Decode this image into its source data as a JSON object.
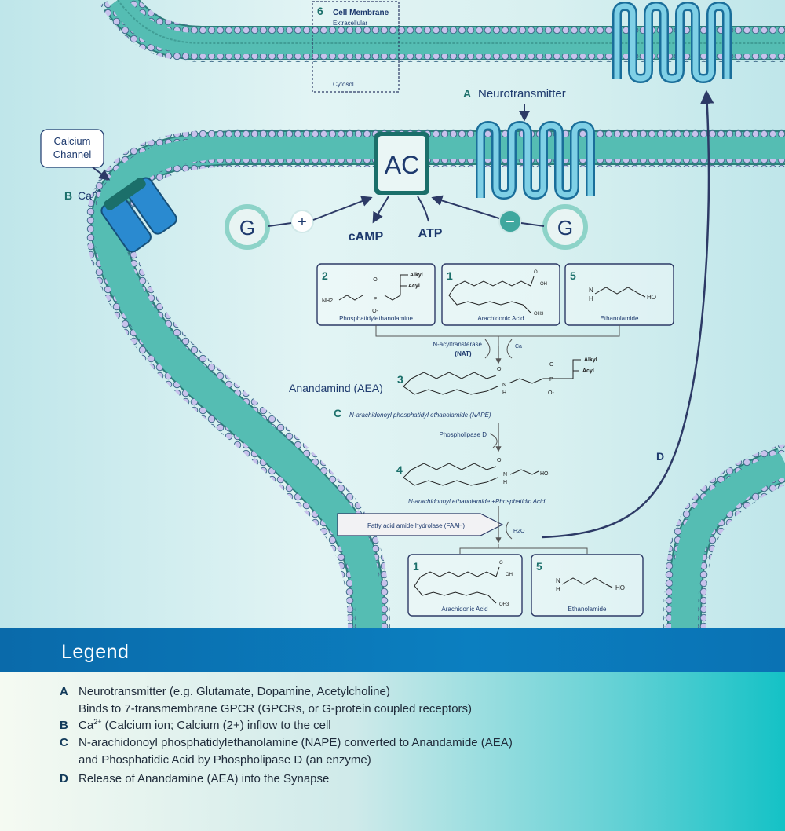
{
  "diagram": {
    "cell_membrane_label": {
      "number": "6",
      "title": "Cell Membrane",
      "top": "Extracellular",
      "bottom": "Cytosol"
    },
    "neurotransmitter": {
      "letter": "A",
      "text": "Neurotransmitter"
    },
    "calcium_channel": {
      "line1": "Calcium",
      "line2": "Channel",
      "letter": "B",
      "ion": "Ca",
      "charge": "2+"
    },
    "ac_label": "AC",
    "g_label": "G",
    "plus_sign": "+",
    "minus_sign": "−",
    "camp": "cAMP",
    "atp": "ATP",
    "boxes": {
      "pe": {
        "number": "2",
        "name": "Phosphatidylethanolamine",
        "alkyl": "Alkyl",
        "acyl": "Acyl",
        "nh2": "NH2",
        "o": "O",
        "p": "P",
        "o_minus": "O-"
      },
      "aa_top": {
        "number": "1",
        "name": "Arachidonic Acid",
        "oh": "OH",
        "oh3": "OH3",
        "o": "O"
      },
      "eth_top": {
        "number": "5",
        "name": "Ethanolamide",
        "n": "N",
        "h": "H",
        "ho": "HO"
      },
      "aa_bottom": {
        "number": "1",
        "name": "Arachidonic Acid",
        "oh": "OH",
        "oh3": "OH3",
        "o": "O"
      },
      "eth_bottom": {
        "number": "5",
        "name": "Ethanolamide",
        "n": "N",
        "h": "H",
        "ho": "HO"
      }
    },
    "nat": {
      "line1": "N-acyltransferase",
      "line2": "(NAT)",
      "ca": "Ca"
    },
    "aea": {
      "label": "Anandamind (AEA)",
      "number": "3",
      "alkyl": "Alkyl",
      "acyl": "Acyl",
      "n": "N",
      "h": "H",
      "o": "O",
      "p": "P",
      "o_minus": "O-"
    },
    "nape": {
      "letter": "C",
      "text": "N-arachidonoyl phosphatidyl ethanolamide (NAPE)"
    },
    "pld": "Phospholipase D",
    "mol4": {
      "number": "4",
      "n": "N",
      "h": "H",
      "ho": "HO",
      "o": "O",
      "caption": "N-arachidonoyl ethanolamide +Phosphatidic Acid"
    },
    "faah": "Fatty acid amide hydrolase (FAAH)",
    "h2o": "H2O",
    "release_letter": "D"
  },
  "legend": {
    "title": "Legend",
    "items": [
      {
        "letter": "A",
        "text": "Neurotransmitter (e.g. Glutamate, Dopamine, Acetylcholine)",
        "cont": "Binds to 7-transmembrane GPCR (GPCRs, or G-protein coupled receptors)"
      },
      {
        "letter": "B",
        "ion": "Ca",
        "charge": "2+",
        "text": " (Calcium ion; Calcium (2+) inflow to the cell"
      },
      {
        "letter": "C",
        "text": "N-arachidonoyl phosphatidylethanolamine (NAPE) converted to Anandamide (AEA)",
        "cont": "and Phosphatidic Acid by Phospholipase D (an enzyme)"
      },
      {
        "letter": "D",
        "text": "Release of Anandamine (AEA) into the Synapse"
      }
    ]
  },
  "colors": {
    "membrane_fill": "#4fb8b0",
    "membrane_head": "#c8c2ec",
    "membrane_outline": "#2c7f7a",
    "navy_text": "#1e3a6e",
    "teal_dark": "#1b6f6a",
    "legend_bar": "#0b7fc0"
  }
}
